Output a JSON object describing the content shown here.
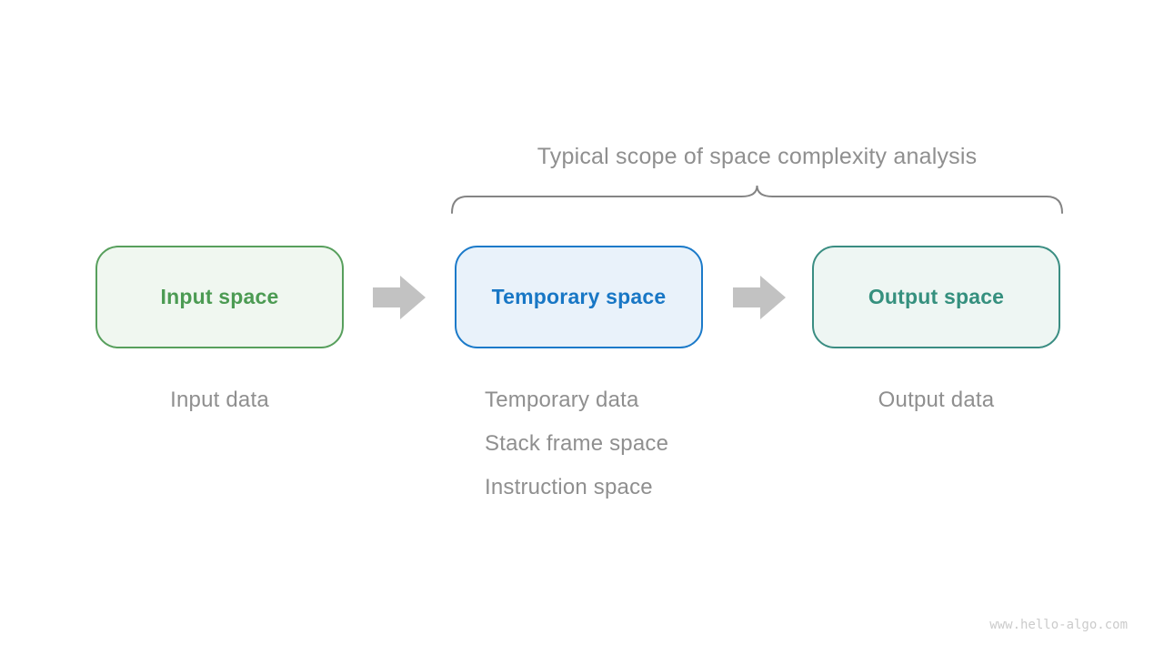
{
  "title": "Typical scope of space complexity analysis",
  "boxes": [
    {
      "id": "input-space",
      "label": "Input space",
      "sublabels": [
        "Input data"
      ],
      "border_color": "#579f5c",
      "fill_color": "#f0f7f0",
      "text_color": "#4c9b53"
    },
    {
      "id": "temporary-space",
      "label": "Temporary space",
      "sublabels": [
        "Temporary data",
        "Stack frame space",
        "Instruction space"
      ],
      "border_color": "#1b7ac9",
      "fill_color": "#e9f2fa",
      "text_color": "#1877c5"
    },
    {
      "id": "output-space",
      "label": "Output space",
      "sublabels": [
        "Output data"
      ],
      "border_color": "#3a8d82",
      "fill_color": "#eef6f3",
      "text_color": "#35907e"
    }
  ],
  "icons": {
    "arrow_right": "block right arrow between boxes",
    "brace_top": "horizontal curly brace over temporary and output space"
  },
  "colors": {
    "title_gray": "#8f8f8f",
    "label_gray": "#8f8f8f",
    "brace_gray": "#848484",
    "arrow_gray": "#c2c2c2",
    "watermark_gray": "#cbcbcb"
  },
  "watermark": "www.hello-algo.com"
}
